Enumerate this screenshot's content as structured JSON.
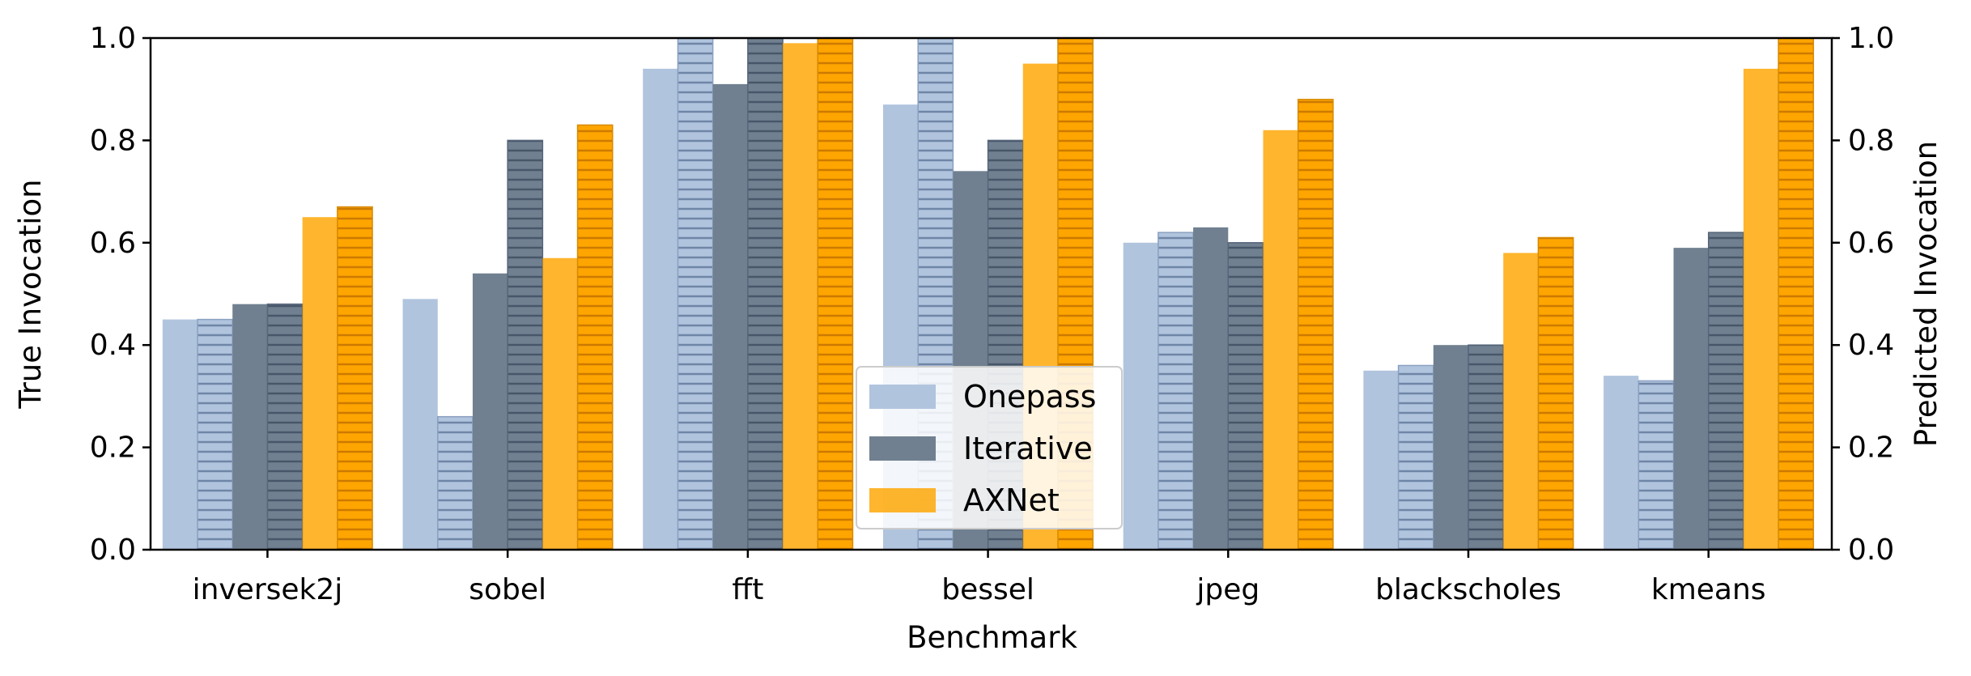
{
  "chart_data": {
    "type": "bar",
    "xlabel": "Benchmark",
    "ylabel_left": "True Invocation",
    "ylabel_right": "Predicted Invocation",
    "ylim": [
      0,
      1.0
    ],
    "yticks": [
      "0.0",
      "0.2",
      "0.4",
      "0.6",
      "0.8",
      "1.0"
    ],
    "categories": [
      "inversek2j",
      "sobel",
      "fft",
      "bessel",
      "jpeg",
      "blackscholes",
      "kmeans"
    ],
    "series": [
      {
        "name": "Onepass",
        "kind": "true",
        "color": "#b0c4de",
        "values": [
          0.45,
          0.49,
          0.94,
          0.87,
          0.6,
          0.35,
          0.34
        ]
      },
      {
        "name": "Onepass (predicted)",
        "kind": "predicted",
        "color": "#b0c4de",
        "values": [
          0.45,
          0.26,
          1.0,
          1.0,
          0.62,
          0.36,
          0.33
        ]
      },
      {
        "name": "Iterative",
        "kind": "true",
        "color": "#708090",
        "values": [
          0.48,
          0.54,
          0.91,
          0.74,
          0.63,
          0.4,
          0.59
        ]
      },
      {
        "name": "Iterative (predicted)",
        "kind": "predicted",
        "color": "#708090",
        "values": [
          0.48,
          0.8,
          1.0,
          0.8,
          0.6,
          0.4,
          0.62
        ]
      },
      {
        "name": "AXNet",
        "kind": "true",
        "color": "#ffa500",
        "values": [
          0.65,
          0.57,
          0.99,
          0.95,
          0.82,
          0.58,
          0.94
        ]
      },
      {
        "name": "AXNet (predicted)",
        "kind": "predicted",
        "color": "#ffa500",
        "values": [
          0.67,
          0.83,
          1.0,
          1.0,
          0.88,
          0.61,
          1.0
        ]
      }
    ],
    "legend": {
      "position": "lower center",
      "entries": [
        {
          "label": "Onepass",
          "color": "#b0c4de"
        },
        {
          "label": "Iterative",
          "color": "#708090"
        },
        {
          "label": "AXNet",
          "color": "#ffa500"
        }
      ]
    },
    "grid": false
  }
}
